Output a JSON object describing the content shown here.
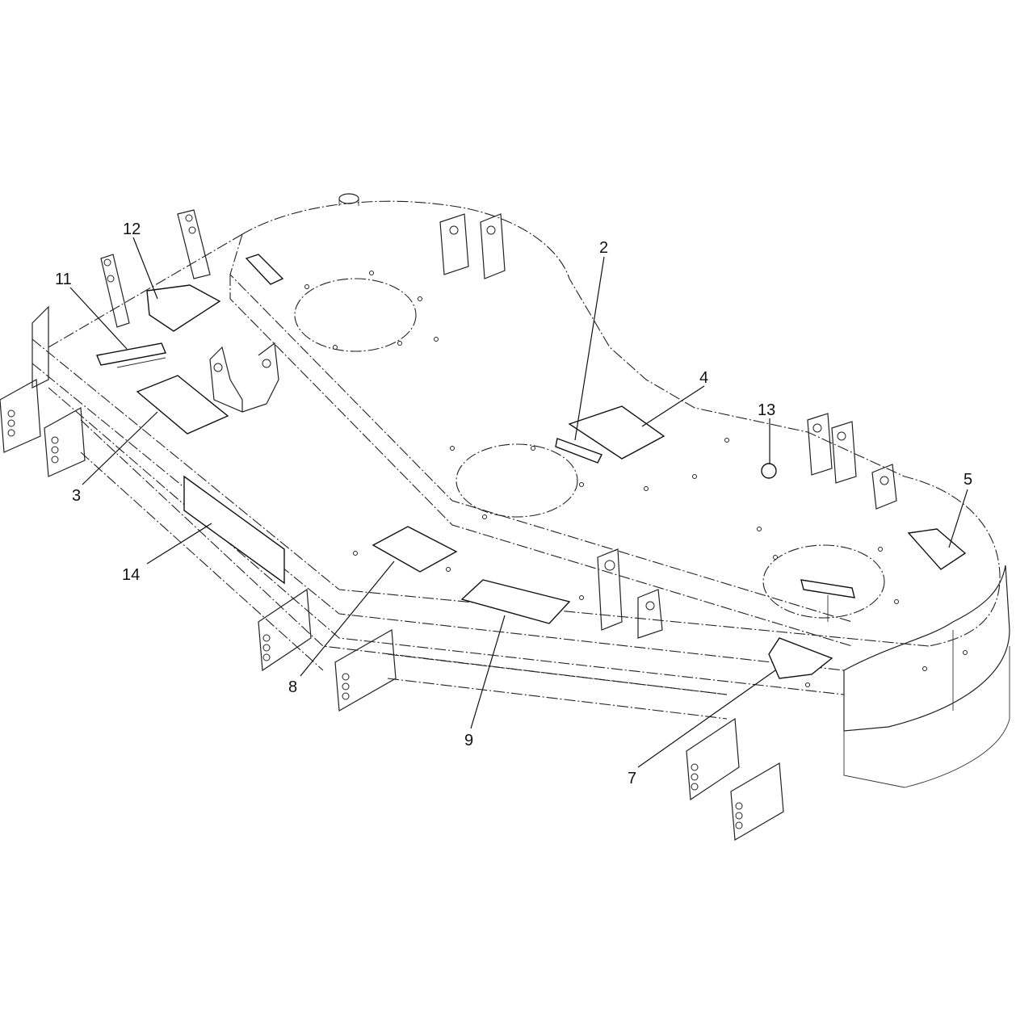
{
  "diagram": {
    "callouts": [
      {
        "id": "c2",
        "label": "2"
      },
      {
        "id": "c3",
        "label": "3"
      },
      {
        "id": "c4",
        "label": "4"
      },
      {
        "id": "c5",
        "label": "5"
      },
      {
        "id": "c7",
        "label": "7"
      },
      {
        "id": "c8",
        "label": "8"
      },
      {
        "id": "c9",
        "label": "9"
      },
      {
        "id": "c11",
        "label": "11"
      },
      {
        "id": "c12",
        "label": "12"
      },
      {
        "id": "c13",
        "label": "13"
      },
      {
        "id": "c14",
        "label": "14"
      }
    ]
  }
}
